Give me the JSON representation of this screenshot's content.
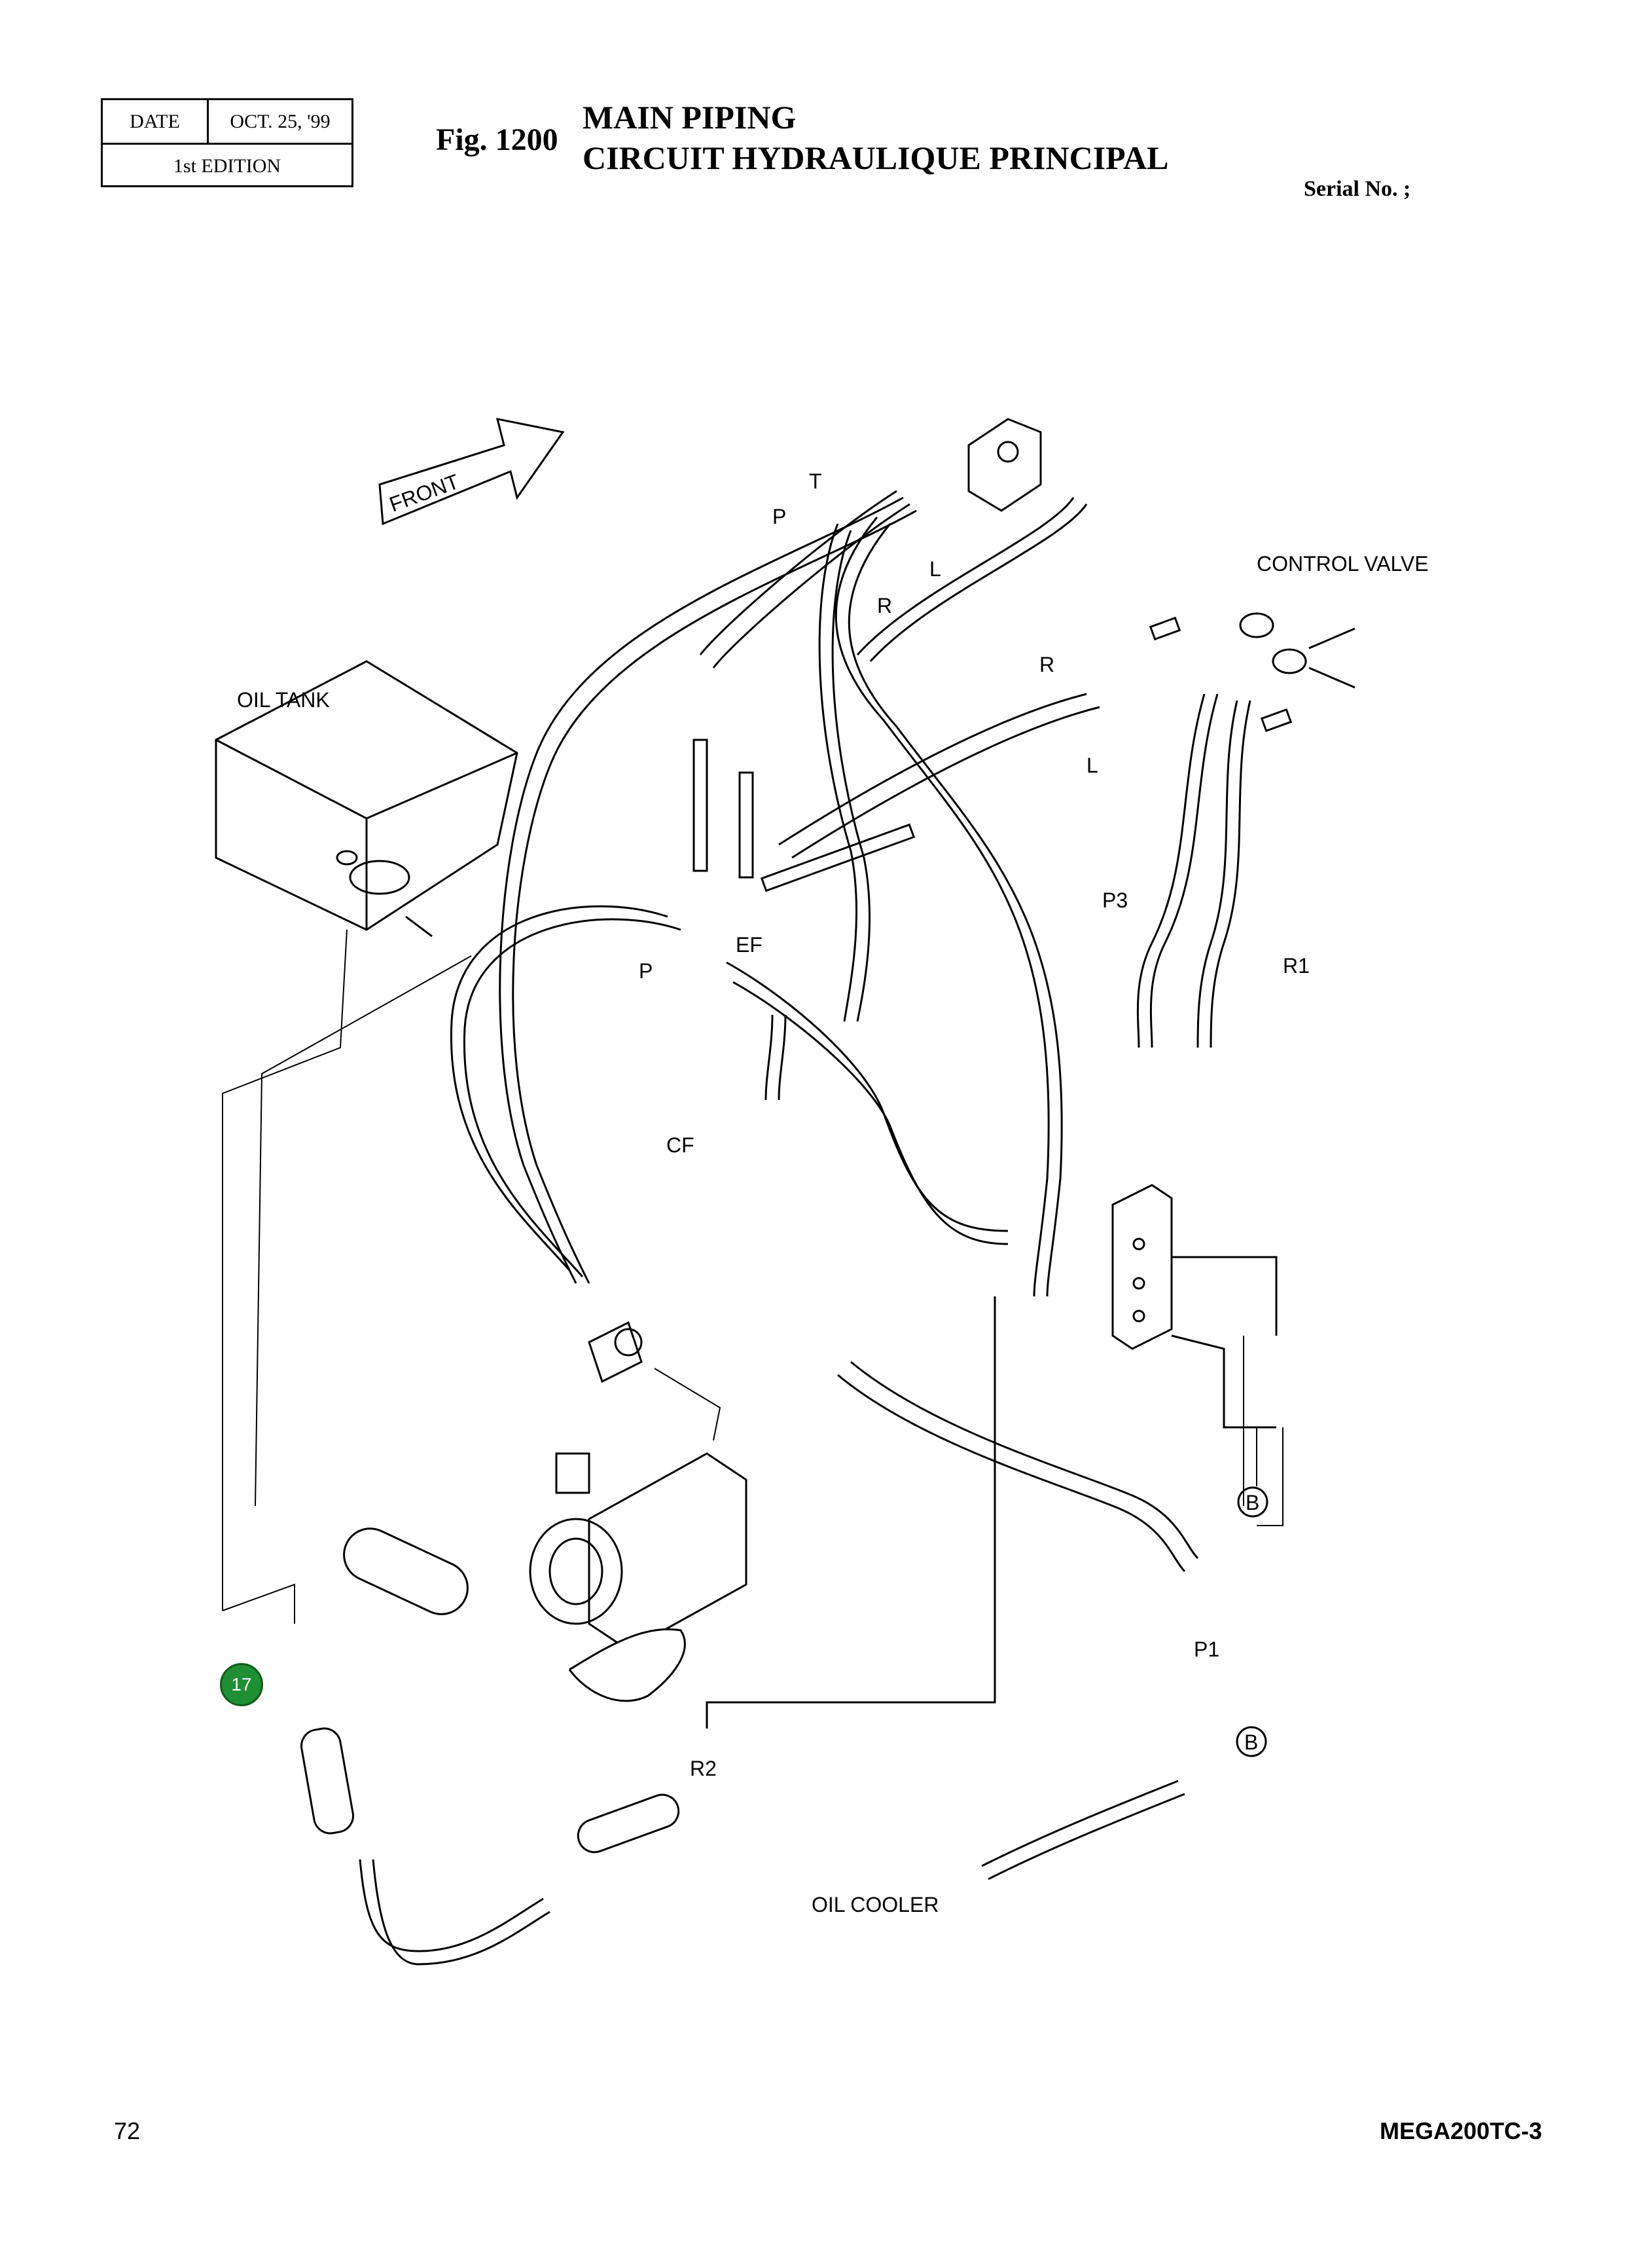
{
  "header": {
    "date_label": "DATE",
    "date_value": "OCT. 25, '99",
    "edition": "1st EDITION",
    "fig_label": "Fig. 1200",
    "title_en": "MAIN PIPING",
    "title_fr": "CIRCUIT HYDRAULIQUE PRINCIPAL",
    "serial": "Serial No. ;"
  },
  "diagram": {
    "front_label": "FRONT",
    "labels": {
      "oil_tank": "OIL TANK",
      "control_valve": "CONTROL VALVE",
      "oil_cooler": "OIL COOLER",
      "t": "T",
      "p_top": "P",
      "l_top": "L",
      "r_top": "R",
      "r_right": "R",
      "l_right": "L",
      "p3": "P3",
      "r1": "R1",
      "ef": "EF",
      "p_mid": "P",
      "cf": "CF",
      "p1": "P1",
      "r2": "R2",
      "b1": "B",
      "b2": "B"
    },
    "callout": "17"
  },
  "footer": {
    "page_number": "72",
    "model": "MEGA200TC-3"
  }
}
